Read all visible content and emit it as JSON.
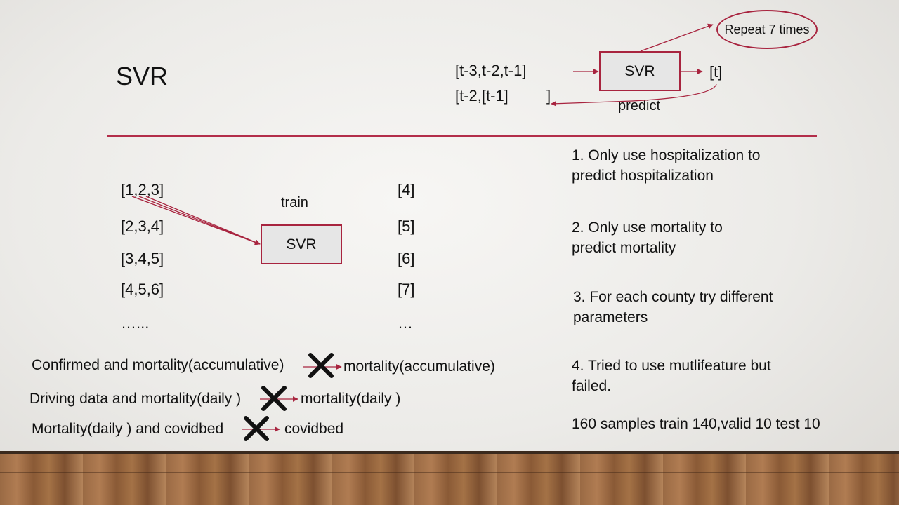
{
  "slide": {
    "title": "SVR",
    "top_diagram": {
      "input_row1": "[t-3,t-2,t-1]",
      "input_row2_a": "[t-2,[t-1]",
      "input_row2_b": "]",
      "model": "SVR",
      "output": "[t]",
      "repeat": "Repeat 7 times",
      "predict": "predict"
    },
    "train_diagram": {
      "inputs": [
        "[1,2,3]",
        "[2,3,4]",
        "[3,4,5]",
        "[4,5,6]",
        "…..."
      ],
      "outputs": [
        "[4]",
        "[5]",
        "[6]",
        "[7]",
        "…"
      ],
      "label": "train",
      "model": "SVR"
    },
    "failed_attempts": [
      {
        "input": "Confirmed and mortality(accumulative)",
        "output": "mortality(accumulative)"
      },
      {
        "input": "Driving data and mortality(daily )",
        "output": "mortality(daily )"
      },
      {
        "input": "Mortality(daily ) and covidbed",
        "output": "covidbed"
      }
    ],
    "notes": [
      "1. Only use hospitalization to predict hospitalization",
      "2. Only use mortality to predict mortality",
      "3. For each county try different parameters",
      "4. Tried to use mutlifeature but failed.",
      "160 samples train 140,valid 10 test 10"
    ],
    "colors": {
      "accent": "#a8243f",
      "box_fill": "#e6e6e6",
      "cross": "#111111"
    }
  }
}
